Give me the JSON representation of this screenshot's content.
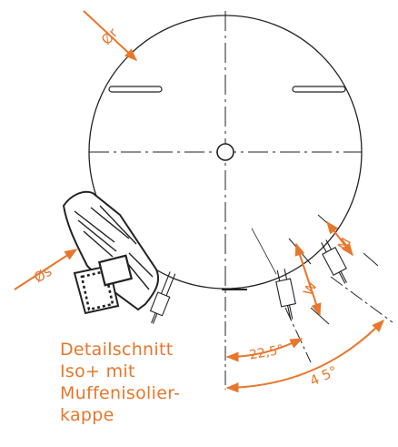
{
  "labels": {
    "radius": "Ør",
    "diameter": "Øs",
    "dim_m": "M",
    "dim_w": "W",
    "angle_small": "22,5°",
    "angle_large": "4 5°"
  },
  "caption": [
    "Detailschnitt",
    "Iso+ mit",
    "Muffenisolier-",
    "kappe"
  ],
  "colors": {
    "accent": "#e8762b",
    "line": "#222222"
  }
}
